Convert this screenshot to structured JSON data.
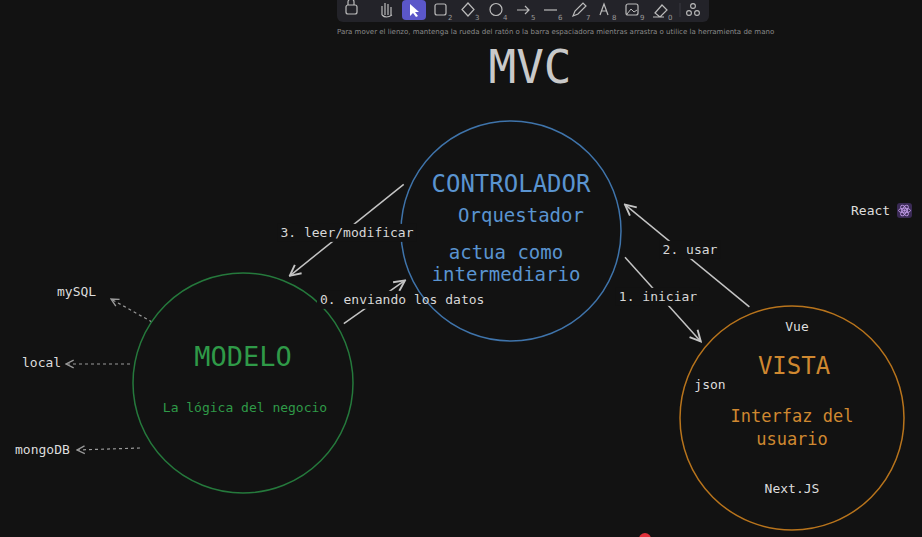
{
  "diagram": {
    "title": "MVC",
    "nodes": [
      {
        "text": [
          "CONTROLADOR",
          "Orquestador",
          "actua como intermediario"
        ]
      },
      {
        "text": [
          "MODELO",
          "La lógica del negocio"
        ]
      },
      {
        "text": [
          "Vue",
          "VISTA",
          "json",
          "Interfaz del usuario",
          "Next.JS"
        ]
      }
    ],
    "edges": [
      {
        "from": 0,
        "to": 1,
        "label": "3. leer/modificar",
        "arrow": "to"
      },
      {
        "from": 1,
        "to": 0,
        "label": "0. enviando los datos",
        "arrow": "to"
      },
      {
        "from": 0,
        "to": 2,
        "label": "1. iniciar",
        "arrow": "to"
      },
      {
        "from": 2,
        "to": 0,
        "label": "2. usar",
        "arrow": "to"
      }
    ],
    "labels": [
      "2",
      "3",
      "4",
      "5",
      "6",
      "7",
      "8",
      "9",
      "0",
      "Para mover el lienzo, mantenga la rueda del ratón o la barra espaciadora mientras arrastra o utilice la herramienta de mano",
      "React",
      "mySQL",
      "local",
      "mongoDB"
    ]
  }
}
